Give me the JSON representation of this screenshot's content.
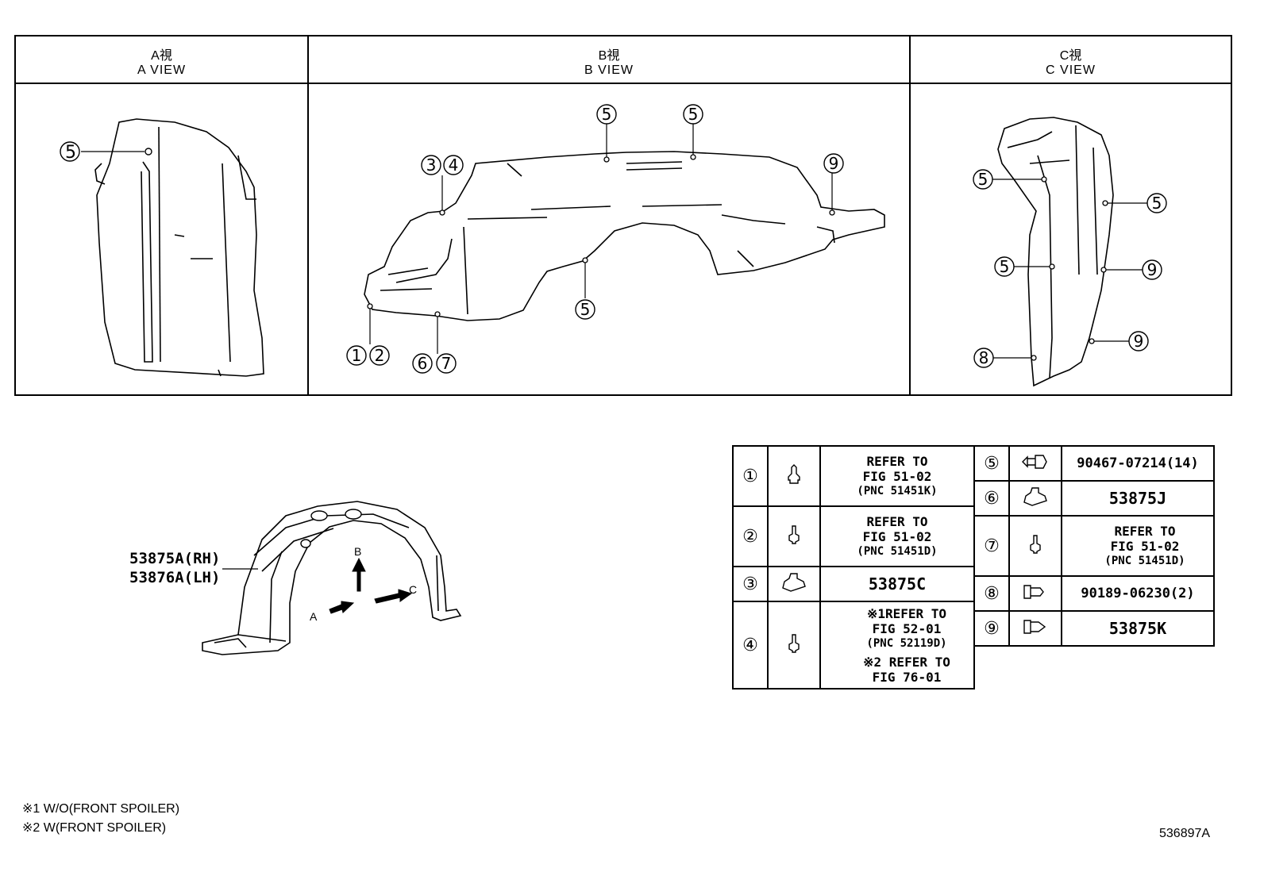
{
  "views": {
    "a": {
      "jp": "A視",
      "en": "A VIEW"
    },
    "b": {
      "jp": "B視",
      "en": "B VIEW"
    },
    "c": {
      "jp": "C視",
      "en": "C VIEW"
    }
  },
  "callouts": {
    "a": [
      "5"
    ],
    "b": [
      "5",
      "5",
      "3",
      "4",
      "9",
      "5",
      "1",
      "2",
      "6",
      "7"
    ],
    "c": [
      "5",
      "5",
      "5",
      "9",
      "8",
      "9"
    ]
  },
  "main_part": {
    "rh": "53875A(RH)",
    "lh": "53876A(LH)",
    "arrow_a": "A",
    "arrow_b": "B",
    "arrow_c": "C"
  },
  "parts_left": [
    {
      "num": "①",
      "icon": "push-clip-icon",
      "lines": [
        "REFER TO",
        "FIG 51-02",
        "(PNC 51451K)"
      ]
    },
    {
      "num": "②",
      "icon": "screw-icon",
      "lines": [
        "REFER TO",
        "FIG 51-02",
        "(PNC 51451D)"
      ]
    },
    {
      "num": "③",
      "icon": "nut-clip-icon",
      "code": "53875C"
    },
    {
      "num": "④",
      "icon": "screw-icon",
      "lines": [
        "※1REFER TO",
        "FIG 52-01",
        "(PNC 52119D)",
        "※2 REFER TO",
        "FIG 76-01"
      ]
    }
  ],
  "parts_right": [
    {
      "num": "⑤",
      "icon": "clip-icon",
      "code": "90467-07214(14)"
    },
    {
      "num": "⑥",
      "icon": "nut-clip-icon",
      "code": "53875J"
    },
    {
      "num": "⑦",
      "icon": "screw-icon",
      "lines": [
        "REFER TO",
        "FIG 51-02",
        "(PNC 51451D)"
      ]
    },
    {
      "num": "⑧",
      "icon": "clip-icon",
      "code": "90189-06230(2)"
    },
    {
      "num": "⑨",
      "icon": "clip-icon",
      "code": "53875K"
    }
  ],
  "notes": [
    "※1 W/O(FRONT SPOILER)",
    "※2 W(FRONT SPOILER)"
  ],
  "figure_id": "536897A"
}
